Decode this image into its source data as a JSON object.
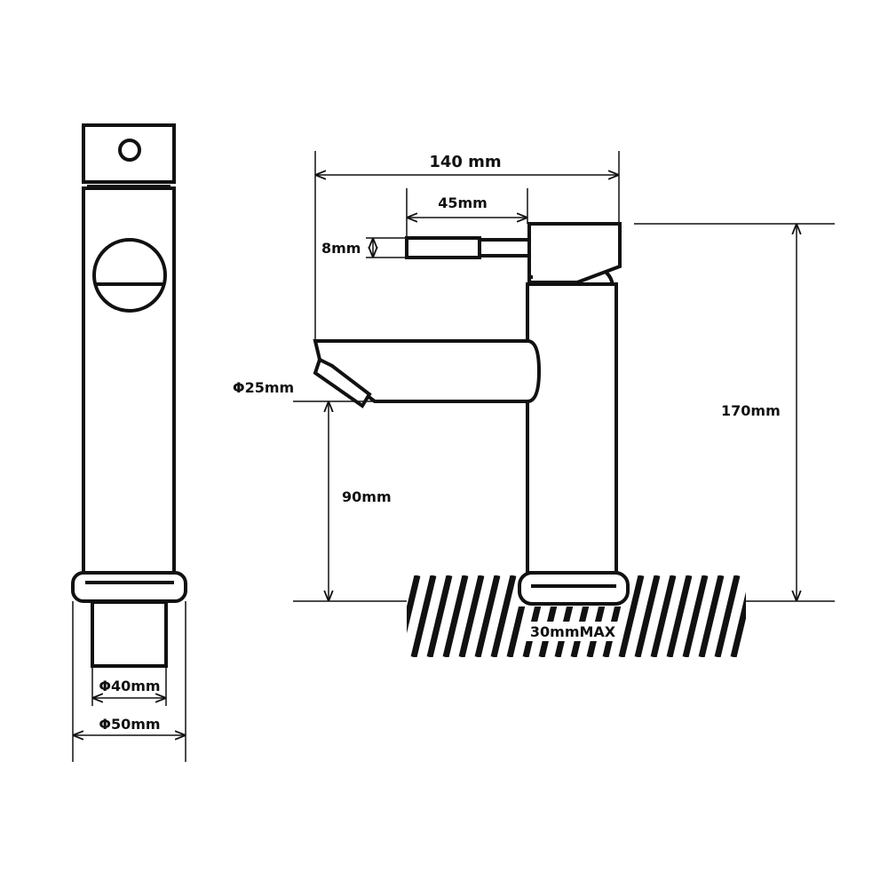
{
  "dimensions": {
    "overall_width": "140 mm",
    "lever_length": "45mm",
    "lever_thickness": "8mm",
    "spout_diameter": "Φ25mm",
    "spout_height": "90mm",
    "total_height": "170mm",
    "max_deck_thickness": "30mmMAX",
    "shank_diameter": "Φ40mm",
    "base_diameter": "Φ50mm"
  },
  "colors": {
    "line": "#111111",
    "background": "#ffffff"
  }
}
